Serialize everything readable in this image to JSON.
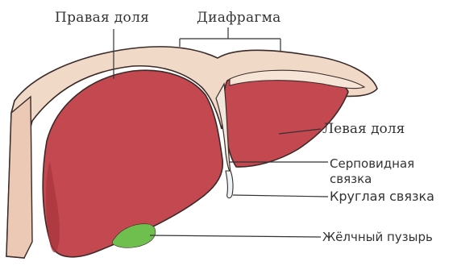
{
  "labels": {
    "right_lobe": "Правая доля",
    "diaphragm": "Диафрагма",
    "left_lobe": "Левая доля",
    "falciform_line1": "Серповидная",
    "falciform_line2": "связка",
    "round_ligament": "Круглая связка",
    "gallbladder": "Жёлчный пузырь"
  },
  "colors": {
    "liver": "#c4484f",
    "liver_shadow": "#a8353c",
    "diaphragm": "#f1d9c8",
    "outline": "#3a2a28",
    "gallbladder": "#6fbf4f",
    "label_text": "#333333"
  }
}
